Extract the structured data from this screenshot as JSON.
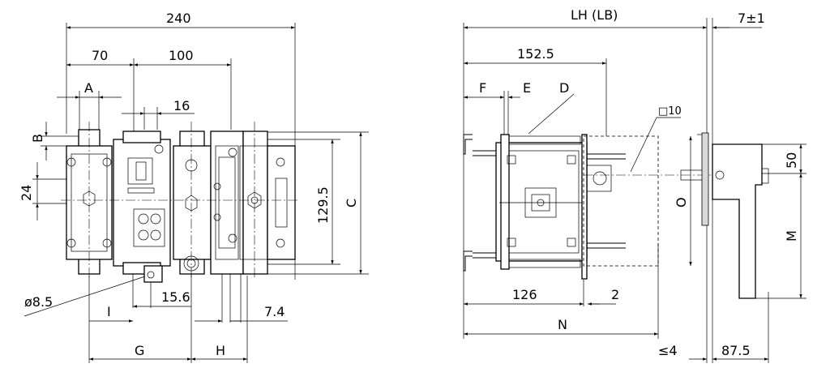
{
  "front_view": {
    "labels": {
      "total_width": "240",
      "width_70": "70",
      "width_100": "100",
      "dim_a": "A",
      "dim_b": "B",
      "dim_16": "16",
      "dim_24": "24",
      "height_129_5": "129.5",
      "dim_c": "C",
      "hole_diameter": "ø8.5",
      "dim_i": "I",
      "dim_15_6": "15.6",
      "dim_7_4": "7.4",
      "dim_g": "G",
      "dim_h": "H"
    }
  },
  "side_view": {
    "labels": {
      "length_lh_lb": "LH (LB)",
      "dim_7_1": "7±1",
      "dim_152_5": "152.5",
      "dim_f": "F",
      "dim_e": "E",
      "dim_d": "D",
      "square_shaft": "□10",
      "dim_50": "50",
      "dim_o": "O",
      "dim_m": "M",
      "dim_126": "126",
      "dim_2": "2",
      "dim_n": "N",
      "dim_le4": "≤4",
      "dim_87_5": "87.5"
    }
  }
}
